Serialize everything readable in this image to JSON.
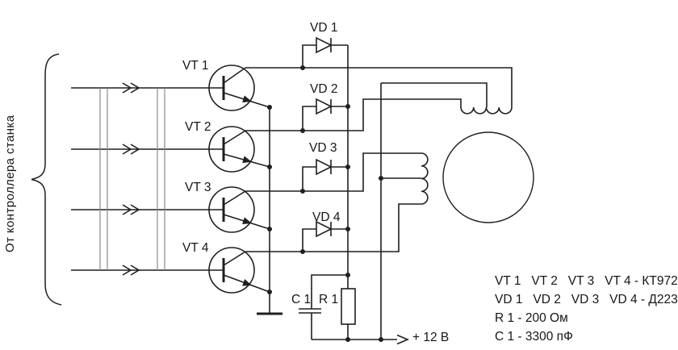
{
  "colors": {
    "background": "#ffffff",
    "line": "#1f1f1f",
    "cable_mark": "#8a8a8a"
  },
  "schematic": {
    "source_label": "От контроллера станка",
    "power_label": "+ 12 В",
    "components": {
      "vt1": "VT 1",
      "vt2": "VT 2",
      "vt3": "VT 3",
      "vt4": "VT 4",
      "vd1": "VD 1",
      "vd2": "VD 2",
      "vd3": "VD 3",
      "vd4": "VD 4",
      "c1": "C 1",
      "r1": "R 1"
    },
    "legend": [
      "VT 1   VT 2   VT 3   VT 4 - КТ972",
      "VD 1   VD 2   VD 3   VD 4 - Д223",
      "R 1 - 200 Ом",
      "C 1 - 3300 пФ"
    ]
  }
}
